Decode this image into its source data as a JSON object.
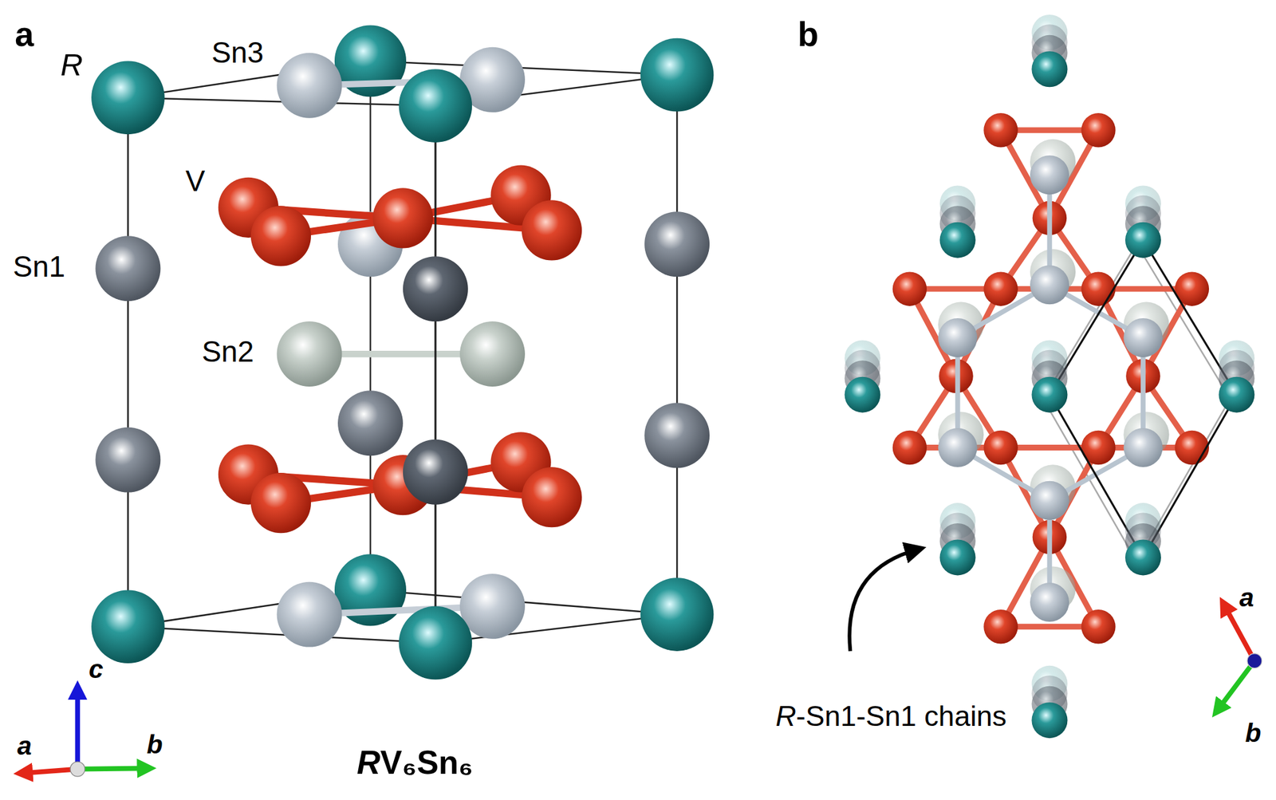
{
  "diagram": {
    "labels": [
      "a",
      "R",
      "Sn3",
      "V",
      "Sn1",
      "Sn2",
      "c",
      "a",
      "b",
      "RV₆Sn₆",
      "b",
      "R-Sn1-Sn1 chains",
      "a",
      "b"
    ]
  }
}
